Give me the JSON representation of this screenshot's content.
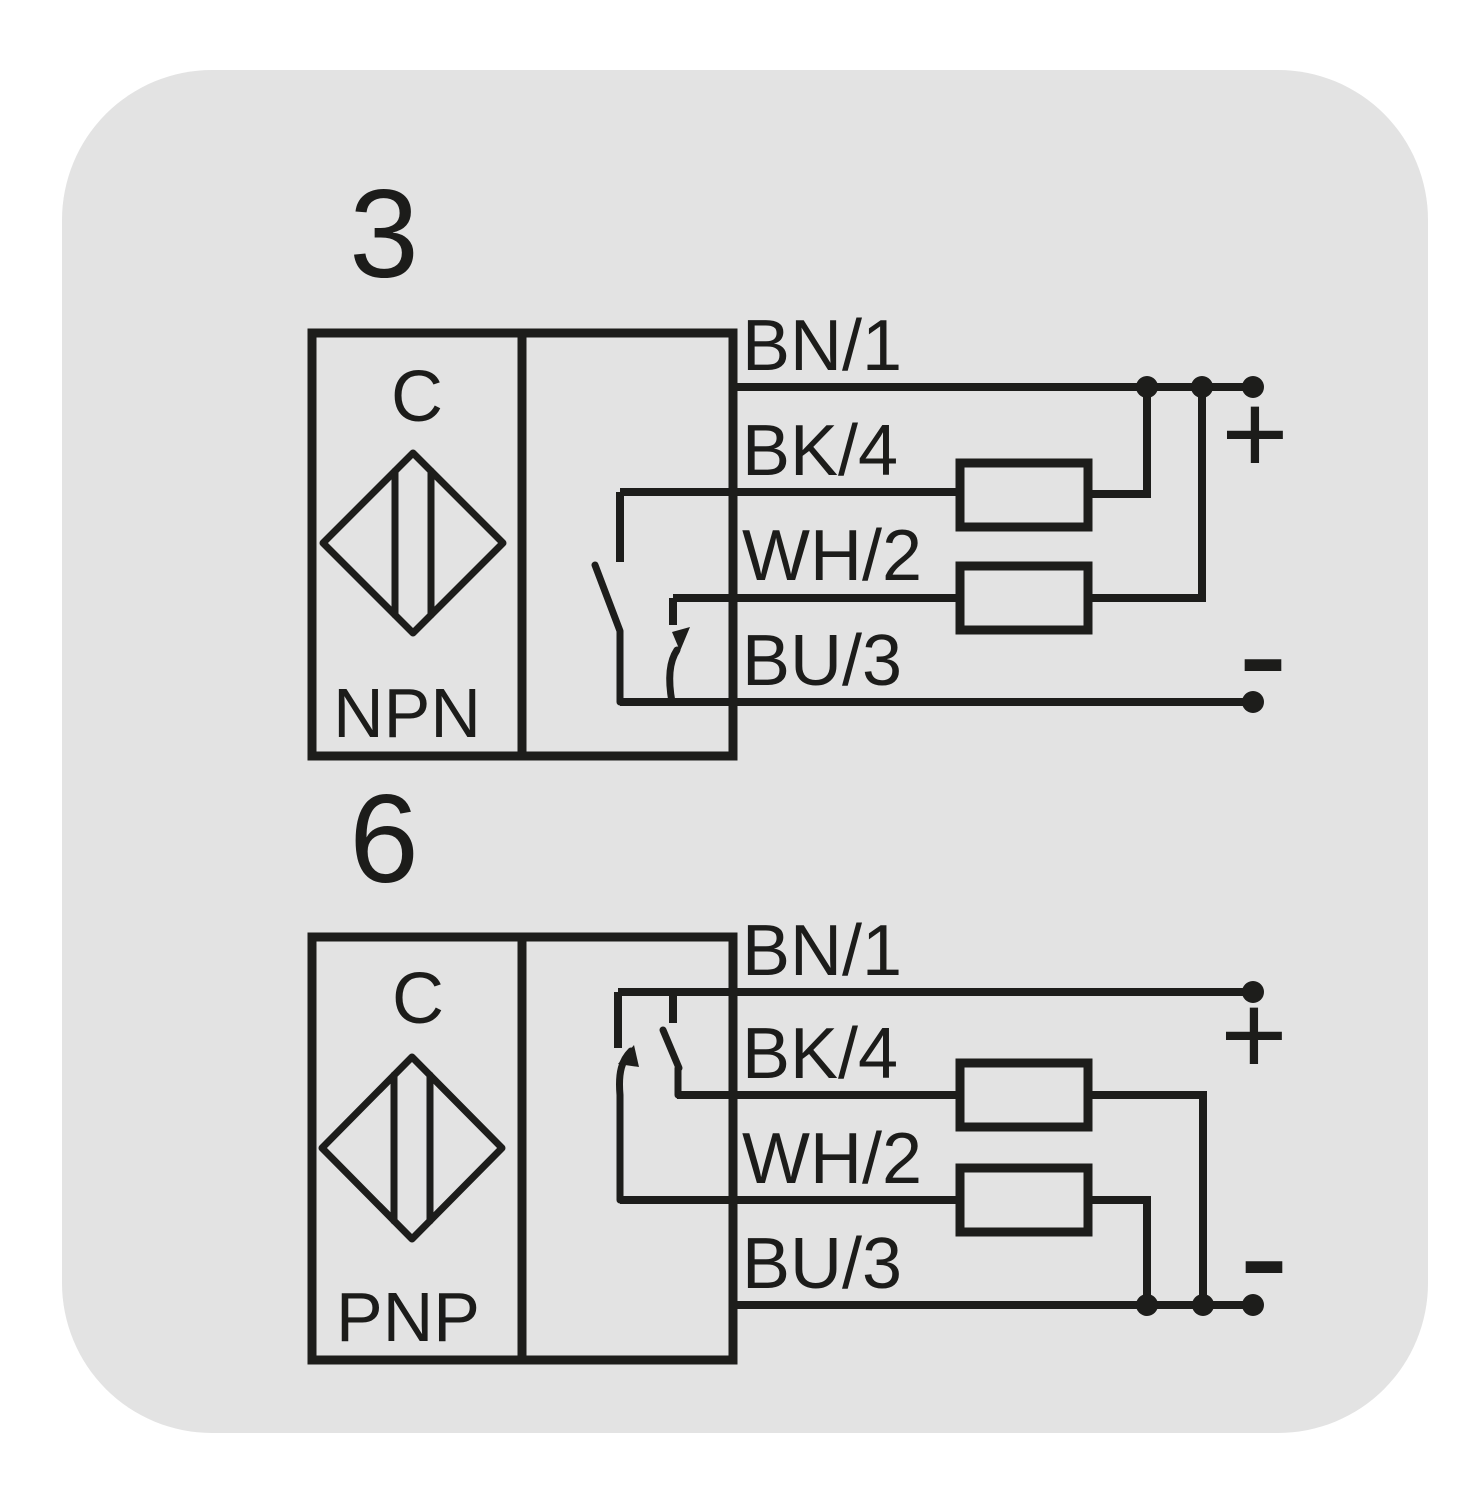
{
  "figure": {
    "type": "sensor-wiring-connection-diagram",
    "card_shape": "rounded-rectangle"
  },
  "colors": {
    "card_background": "#e3e3e3",
    "page_background": "#ffffff",
    "line": "#1d1d1b"
  },
  "diagrams": [
    {
      "number": "3",
      "sensor_marking": "C",
      "output_type": "NPN",
      "wires": [
        {
          "label": "BN/1"
        },
        {
          "label": "BK/4"
        },
        {
          "label": "WH/2"
        },
        {
          "label": "BU/3"
        }
      ],
      "terminals": {
        "positive": "+",
        "negative": "-"
      }
    },
    {
      "number": "6",
      "sensor_marking": "C",
      "output_type": "PNP",
      "wires": [
        {
          "label": "BN/1"
        },
        {
          "label": "BK/4"
        },
        {
          "label": "WH/2"
        },
        {
          "label": "BU/3"
        }
      ],
      "terminals": {
        "positive": "+",
        "negative": "-"
      }
    }
  ]
}
